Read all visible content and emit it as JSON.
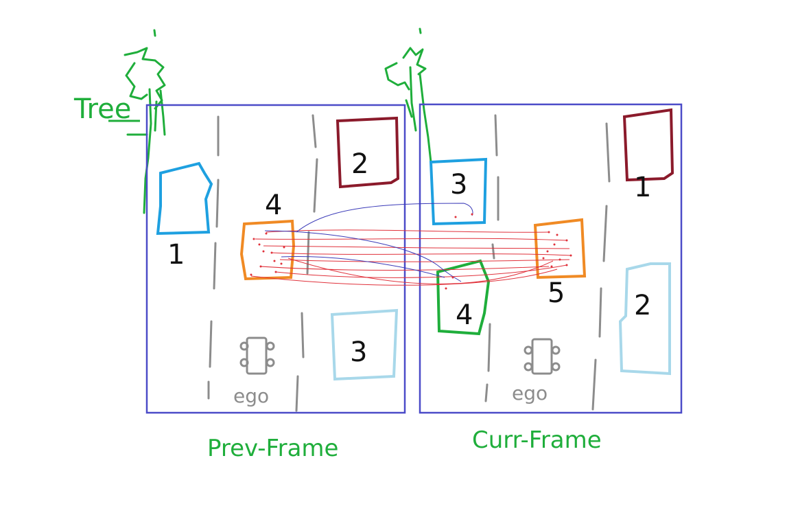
{
  "tree_label": "Tree",
  "prev_frame": {
    "caption": "Prev-Frame",
    "ego_label": "ego",
    "boxes": [
      {
        "id": "1",
        "label": "1",
        "color": "#1ea0e0"
      },
      {
        "id": "2",
        "label": "2",
        "color": "#8b1a2b"
      },
      {
        "id": "3",
        "label": "3",
        "color": "#a8d8ea"
      },
      {
        "id": "4",
        "label": "4",
        "color": "#f08a24"
      }
    ]
  },
  "curr_frame": {
    "caption": "Curr-Frame",
    "ego_label": "ego",
    "boxes": [
      {
        "id": "1",
        "label": "1",
        "color": "#8b1a2b"
      },
      {
        "id": "2",
        "label": "2",
        "color": "#a8d8ea"
      },
      {
        "id": "3",
        "label": "3",
        "color": "#1ea0e0"
      },
      {
        "id": "4",
        "label": "4",
        "color": "#1fae3b"
      },
      {
        "id": "5",
        "label": "5",
        "color": "#f08a24"
      }
    ]
  },
  "colors": {
    "frame_border": "#4b4bc8",
    "lane": "#8c8c8c",
    "tree": "#1fae3b",
    "match_red": "#e0303a",
    "match_blue": "#3a3ab8"
  }
}
